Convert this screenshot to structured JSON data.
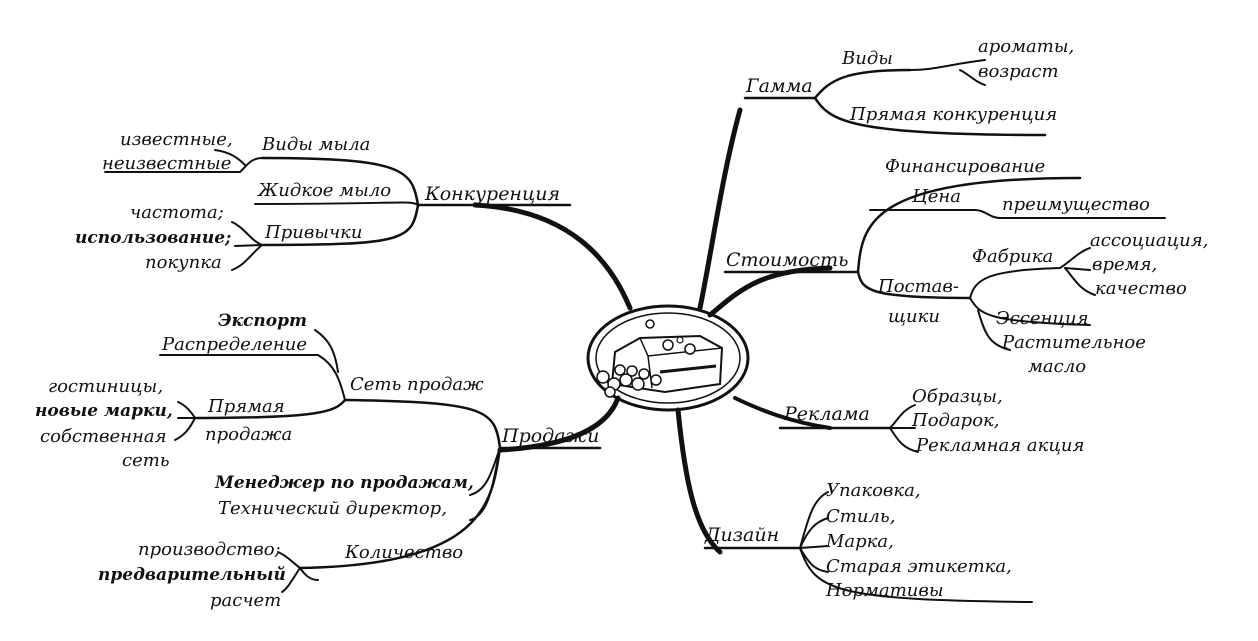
{
  "branches": {
    "gamma": {
      "label": "Гамма",
      "types": "Виды",
      "types_items": [
        "ароматы,",
        "возраст"
      ],
      "direct_competition": "Прямая конкуренция"
    },
    "cost": {
      "label": "Стоимость",
      "financing": "Финансирование",
      "price": "Цена",
      "advantage": "преимущество",
      "suppliers": [
        "Постав-",
        "щики"
      ],
      "factory": "Фабрика",
      "factory_items": [
        "ассоциация,",
        "время,",
        "качество"
      ],
      "essence": "Эссенция",
      "vegetable_oil": [
        "Растительное",
        "масло"
      ]
    },
    "advertising": {
      "label": "Реклама",
      "items": [
        "Образцы,",
        "Подарок,",
        "Рекламная акция"
      ]
    },
    "design": {
      "label": "Дизайн",
      "items": [
        "Упаковка,",
        "Стиль,",
        "Марка,",
        "Старая этикетка,",
        "Нормативы"
      ]
    },
    "competition": {
      "label": "Конкуренция",
      "soap_types": "Виды мыла",
      "soap_types_items": [
        "известные,",
        "неизвестные"
      ],
      "liquid_soap": "Жидкое мыло",
      "habits": "Привычки",
      "habits_items": [
        "частота;",
        "использование;",
        "покупка"
      ]
    },
    "sales": {
      "label": "Продажи",
      "network": "Сеть продаж",
      "export": "Экспорт",
      "distribution": "Распределение",
      "direct_sale": [
        "Прямая",
        "продажа"
      ],
      "direct_sale_items": [
        "гостиницы,",
        "новые марки,",
        "собственная",
        "сеть"
      ],
      "people": [
        "Менеджер по продажам,",
        "Технический директор,"
      ],
      "quantity": "Количество",
      "quantity_items": [
        "производство;",
        "предварительный",
        "расчет"
      ]
    }
  }
}
